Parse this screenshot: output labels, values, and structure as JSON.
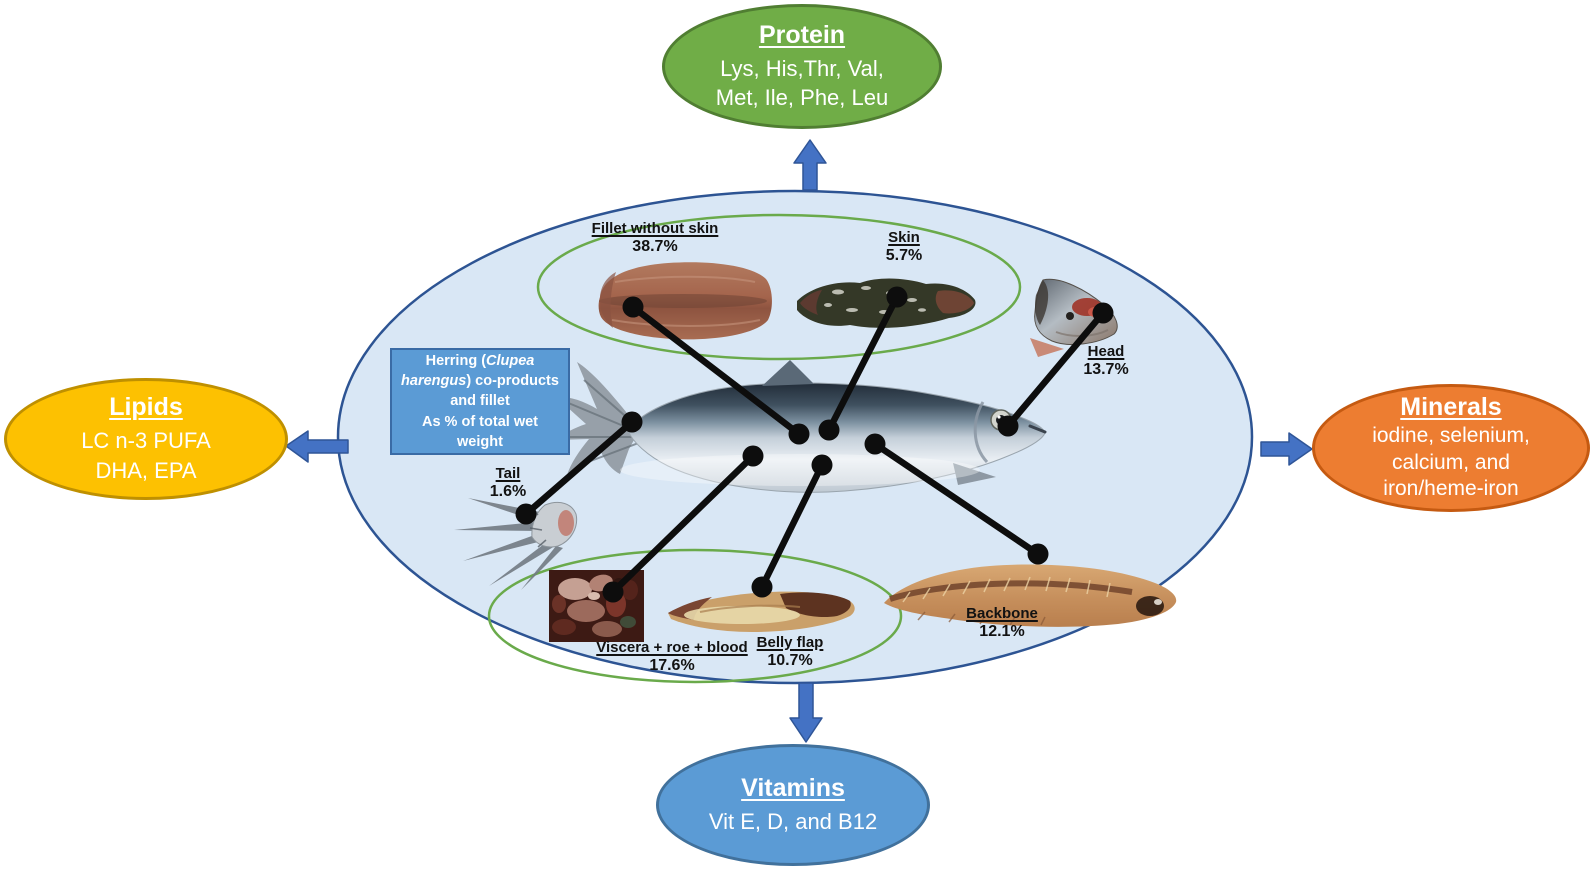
{
  "figure": {
    "center_box": {
      "line1_prefix": "Herring (",
      "line1_italic": "Clupea harengus",
      "line1_suffix": ") co-products and fillet",
      "line2": "As % of total wet weight"
    },
    "nodes": {
      "protein": {
        "title": "Protein",
        "lines": [
          "Lys, His,Thr, Val,",
          "Met, Ile, Phe, Leu"
        ]
      },
      "lipids": {
        "title": "Lipids",
        "lines": [
          "LC n-3 PUFA",
          "DHA, EPA"
        ]
      },
      "minerals": {
        "title": "Minerals",
        "lines": [
          "iodine, selenium,",
          "calcium, and",
          "iron/heme-iron"
        ]
      },
      "vitamins": {
        "title": "Vitamins",
        "lines": [
          "Vit E, D, and B12"
        ]
      }
    },
    "parts": [
      {
        "name": "Fillet without skin",
        "pct": "38.7%"
      },
      {
        "name": "Skin",
        "pct": "5.7%"
      },
      {
        "name": "Head",
        "pct": "13.7%"
      },
      {
        "name": "Tail",
        "pct": "1.6%"
      },
      {
        "name": "Viscera + roe + blood",
        "pct": "17.6%"
      },
      {
        "name": "Belly flap",
        "pct": "10.7%"
      },
      {
        "name": "Backbone",
        "pct": "12.1%"
      }
    ],
    "colors": {
      "protein_green": "#70ad47",
      "lipids_yellow": "#fdc101",
      "minerals_orange": "#ed7d31",
      "vitamins_blue": "#5b9bd5",
      "arrow_blue": "#4472c4",
      "center_ellipse_fill": "#d9e7f5",
      "center_ellipse_border": "#2d5493",
      "group_ring_green": "#6aaa4b",
      "caption_box_blue": "#5b9bd5",
      "connector_black": "#0d0d0d"
    }
  }
}
